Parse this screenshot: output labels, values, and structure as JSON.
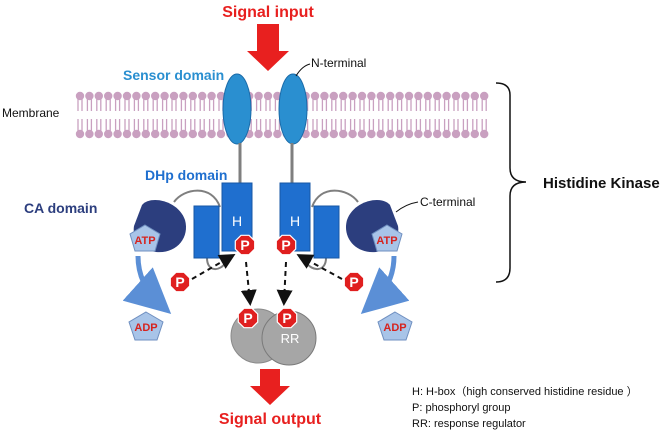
{
  "labels": {
    "signal_input": "Signal input",
    "signal_output": "Signal output",
    "sensor_domain": "Sensor domain",
    "n_terminal": "N-terminal",
    "membrane": "Membrane",
    "dhp_domain": "DHp domain",
    "ca_domain": "CA domain",
    "c_terminal": "C-terminal",
    "histidine_kinase": "Histidine Kinase",
    "h_box": "H",
    "phosphoryl": "P",
    "atp": "ATP",
    "adp": "ADP",
    "rr": "RR"
  },
  "legend": [
    "H: H-box（high conserved histidine residue ）",
    "P: phosphoryl group",
    "RR: response regulator"
  ],
  "colors": {
    "arrow_red": "#e8201f",
    "sensor": "#2a8fd0",
    "dhp": "#1f6fcf",
    "ca": "#2c3e7e",
    "phosphate": "#e01f1f",
    "nucleotide": "#a8c4e8",
    "membrane": "#c9a0c0",
    "rr": "#a6a6a6"
  }
}
